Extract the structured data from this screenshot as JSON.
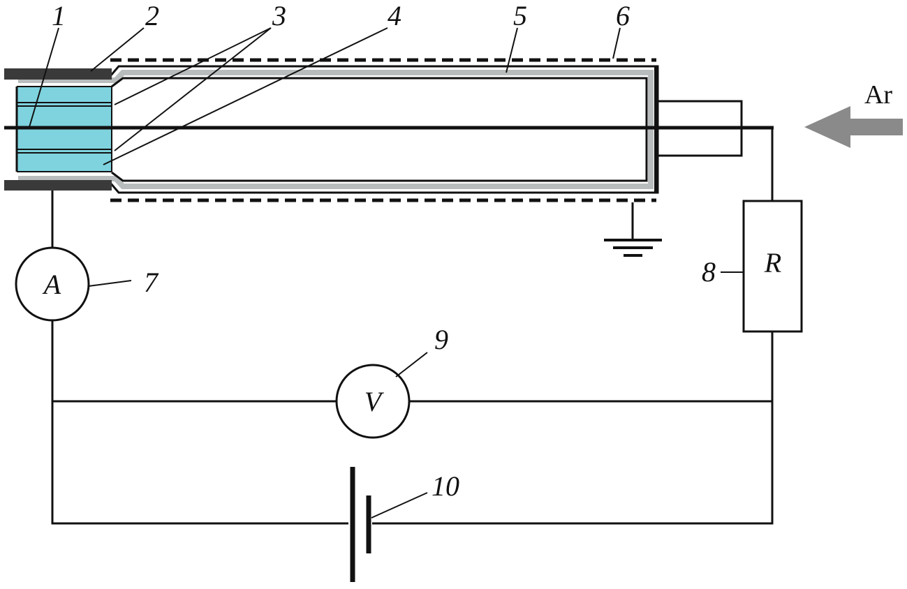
{
  "diagram": {
    "callouts": {
      "c1": "1",
      "c2": "2",
      "c3": "3",
      "c4": "4",
      "c5": "5",
      "c6": "6",
      "c7": "7",
      "c8": "8",
      "c9": "9",
      "c10": "10"
    },
    "ammeter_symbol": "A",
    "voltmeter_symbol": "V",
    "resistor_symbol": "R",
    "gas_label": "Ar"
  },
  "colors": {
    "wire": "#111111",
    "cap": "#3a3a3a",
    "tube_wall": "#b8bcbc",
    "electrode_fill": "#7ed3de",
    "arrow": "#8a8a8a"
  }
}
